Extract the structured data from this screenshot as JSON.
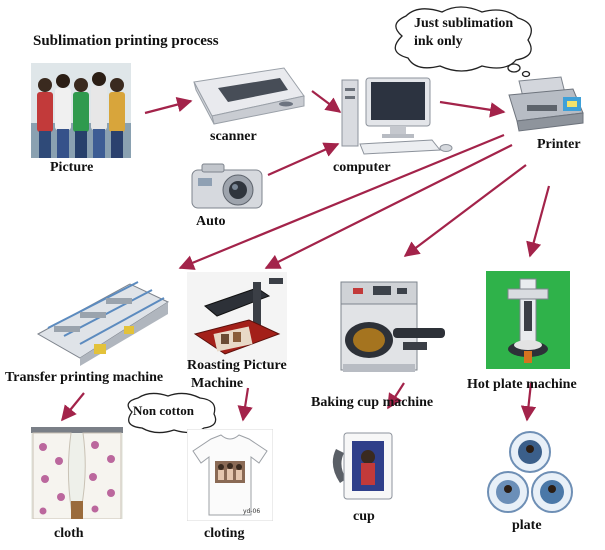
{
  "title": "Sublimation printing process",
  "nodes": {
    "picture": "Picture",
    "scanner": "scanner",
    "computer": "computer",
    "printer": "Printer",
    "auto": "Auto",
    "transfer": "Transfer printing machine",
    "roasting_line1": "Roasting Picture",
    "roasting_line2": "Machine",
    "baking": "Baking cup machine",
    "hotplate": "Hot plate machine",
    "cloth": "cloth",
    "cloting": "cloting",
    "cup": "cup",
    "plate": "plate"
  },
  "callouts": {
    "ink_line1": "Just sublimation",
    "ink_line2": "ink only",
    "non_cotton": "Non cotton"
  },
  "shirt_tag": "yd-06",
  "colors": {
    "arrow": "#a3234a",
    "text": "#111111",
    "hotplate_bg": "#2fb24a"
  }
}
